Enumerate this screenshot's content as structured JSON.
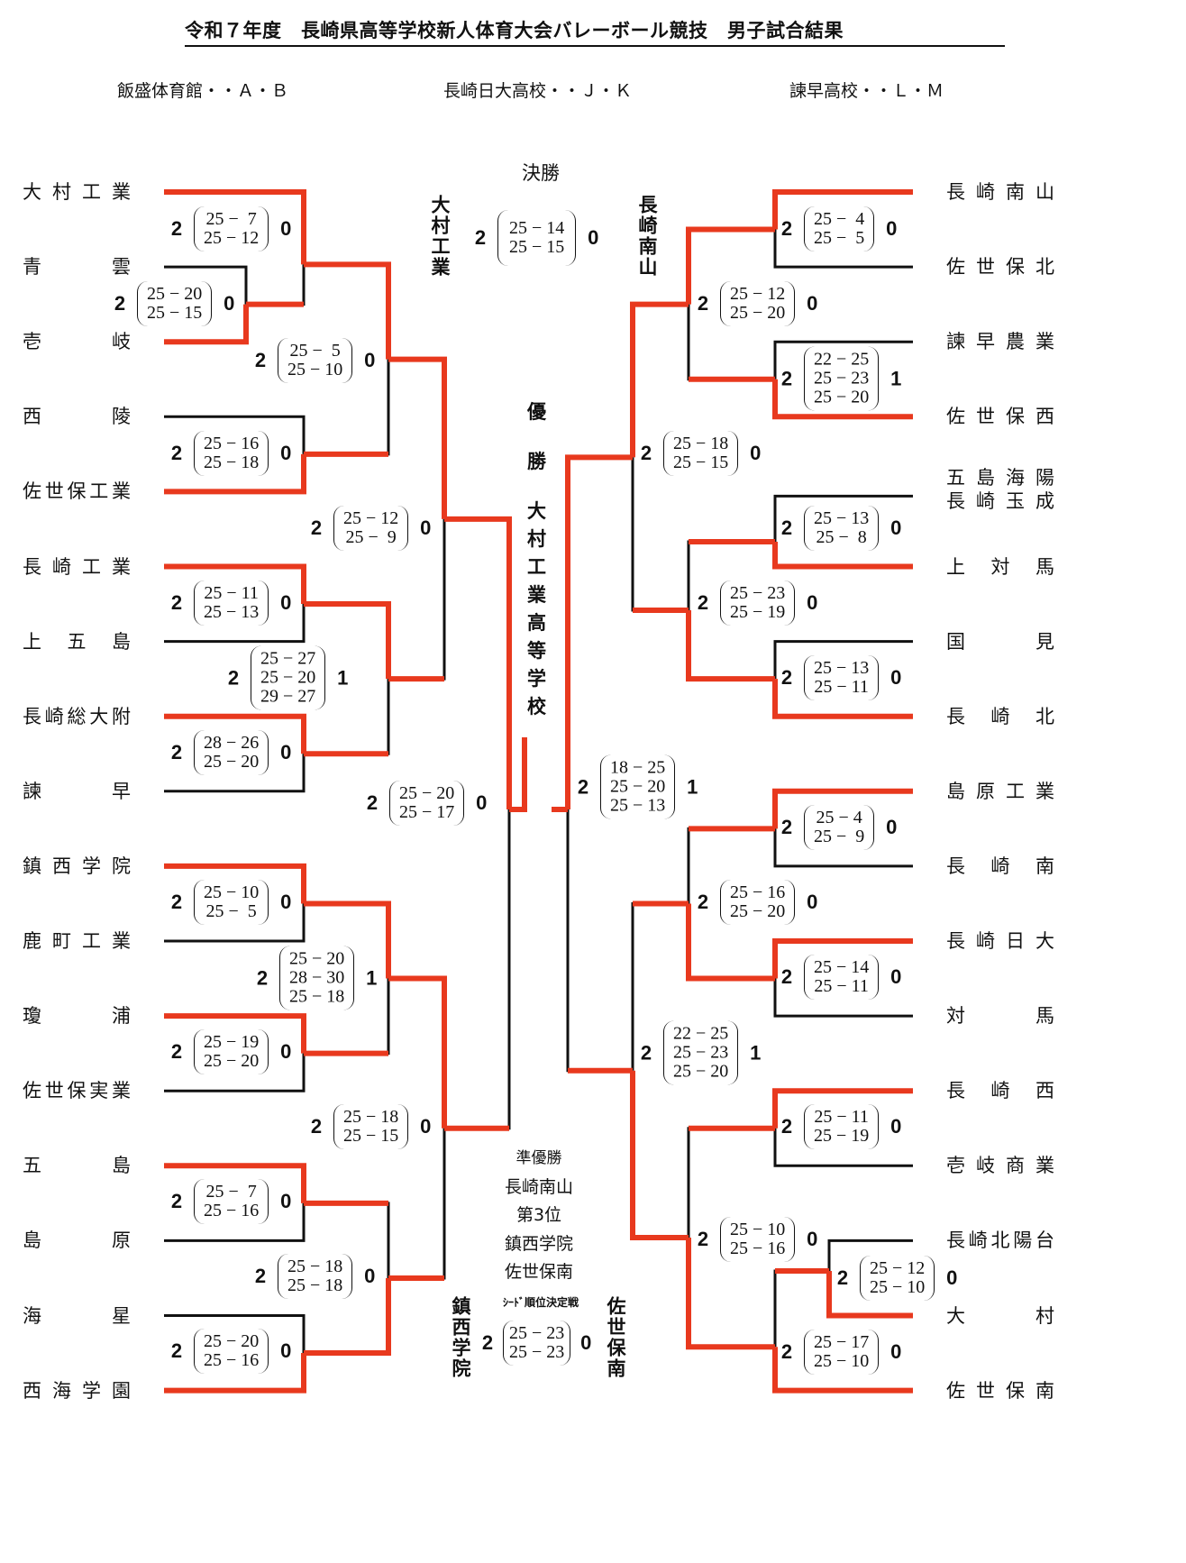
{
  "title": "令和７年度　長崎県高等学校新人体育大会バレーボール競技　男子試合結果",
  "venues": [
    "飯盛体育館・・Ａ・Ｂ",
    "長崎日大高校・・Ｊ・Ｋ",
    "諫早高校・・Ｌ・Ｍ"
  ],
  "colors": {
    "winner_line": "#e8391e",
    "loser_line": "#111111"
  },
  "left_teams": [
    "大村工業",
    "青雲",
    "壱岐",
    "西陵",
    "佐世保工業",
    "長崎工業",
    "上五島",
    "長崎総大附",
    "諫早",
    "鎮西学院",
    "鹿町工業",
    "瓊浦",
    "佐世保実業",
    "五島",
    "島原",
    "海星",
    "西海学園"
  ],
  "right_teams": [
    "長崎南山",
    "佐世保北",
    "諫早農業",
    "佐世保西",
    "五島海陽\n長崎玉成",
    "上対馬",
    "国見",
    "長崎北",
    "島原工業",
    "長崎南",
    "長崎日大",
    "対馬",
    "長崎西",
    "壱岐商業",
    "長崎北陽台",
    "大村",
    "佐世保南"
  ],
  "final": {
    "heading": "決勝",
    "left_team": "大村工業",
    "right_team": "長崎南山",
    "left_sets": "2",
    "right_sets": "0",
    "scores": "25 − 14\n25 − 15"
  },
  "champion": {
    "label": [
      "優",
      "勝"
    ],
    "team": [
      "大",
      "村",
      "工",
      "業",
      "高",
      "等",
      "学",
      "校"
    ]
  },
  "results": {
    "runner_up_label": "準優勝",
    "runner_up": "長崎南山",
    "third_label": "第3位",
    "third": [
      "鎮西学院",
      "佐世保南"
    ]
  },
  "seed_playoff": {
    "heading": "ｼｰﾄﾞ順位決定戦",
    "left_team": "鎮西学院",
    "right_team": "佐世保南",
    "left_sets": "2",
    "right_sets": "0",
    "scores": "25 − 23\n25 − 23"
  },
  "matches": [
    {
      "id": "L1",
      "w": "2",
      "l": "0",
      "s": "25 −  7\n25 − 12"
    },
    {
      "id": "L0",
      "w": "2",
      "l": "0",
      "s": "25 − 20\n25 − 15"
    },
    {
      "id": "L2",
      "w": "2",
      "l": "0",
      "s": "25 −  5\n25 − 10"
    },
    {
      "id": "L3",
      "w": "2",
      "l": "0",
      "s": "25 − 16\n25 − 18"
    },
    {
      "id": "L4",
      "w": "2",
      "l": "0",
      "s": "25 − 12\n25 −  9"
    },
    {
      "id": "L5",
      "w": "2",
      "l": "0",
      "s": "25 − 11\n25 − 13"
    },
    {
      "id": "L6",
      "w": "2",
      "l": "1",
      "s": "25 − 27\n25 − 20\n29 − 27"
    },
    {
      "id": "L7",
      "w": "2",
      "l": "0",
      "s": "28 − 26\n25 − 20"
    },
    {
      "id": "L8",
      "w": "2",
      "l": "0",
      "s": "25 − 20\n25 − 17"
    },
    {
      "id": "L9",
      "w": "2",
      "l": "0",
      "s": "25 − 10\n25 −  5"
    },
    {
      "id": "L10",
      "w": "2",
      "l": "1",
      "s": "25 − 20\n28 − 30\n25 − 18"
    },
    {
      "id": "L11",
      "w": "2",
      "l": "0",
      "s": "25 − 19\n25 − 20"
    },
    {
      "id": "L12",
      "w": "2",
      "l": "0",
      "s": "25 − 18\n25 − 15"
    },
    {
      "id": "L13",
      "w": "2",
      "l": "0",
      "s": "25 −  7\n25 − 16"
    },
    {
      "id": "L14",
      "w": "2",
      "l": "0",
      "s": "25 − 18\n25 − 18"
    },
    {
      "id": "L15",
      "w": "2",
      "l": "0",
      "s": "25 − 20\n25 − 16"
    },
    {
      "id": "R1",
      "w": "2",
      "l": "0",
      "s": "25 −  4\n25 −  5"
    },
    {
      "id": "R2",
      "w": "2",
      "l": "0",
      "s": "25 − 12\n25 − 20"
    },
    {
      "id": "R3",
      "w": "2",
      "l": "1",
      "s": "22 − 25\n25 − 23\n25 − 20"
    },
    {
      "id": "R4",
      "w": "2",
      "l": "0",
      "s": "25 − 18\n25 − 15"
    },
    {
      "id": "R5",
      "w": "2",
      "l": "0",
      "s": "25 − 13\n25 −  8"
    },
    {
      "id": "R6",
      "w": "2",
      "l": "0",
      "s": "25 − 23\n25 − 19"
    },
    {
      "id": "R7",
      "w": "2",
      "l": "0",
      "s": "25 − 13\n25 − 11"
    },
    {
      "id": "R8",
      "w": "2",
      "l": "1",
      "s": "18 − 25\n25 − 20\n25 − 13"
    },
    {
      "id": "R9",
      "w": "2",
      "l": "0",
      "s": "25 − 4\n25 −  9"
    },
    {
      "id": "R10",
      "w": "2",
      "l": "0",
      "s": "25 − 16\n25 − 20"
    },
    {
      "id": "R11",
      "w": "2",
      "l": "0",
      "s": "25 − 14\n25 − 11"
    },
    {
      "id": "R12",
      "w": "2",
      "l": "1",
      "s": "22 − 25\n25 − 23\n25 − 20"
    },
    {
      "id": "R13",
      "w": "2",
      "l": "0",
      "s": "25 − 11\n25 − 19"
    },
    {
      "id": "R14",
      "w": "2",
      "l": "0",
      "s": "25 − 10\n25 − 16"
    },
    {
      "id": "R15",
      "w": "2",
      "l": "0",
      "s": "25 − 12\n25 − 10"
    },
    {
      "id": "R16",
      "w": "2",
      "l": "0",
      "s": "25 − 17\n25 − 10"
    }
  ]
}
